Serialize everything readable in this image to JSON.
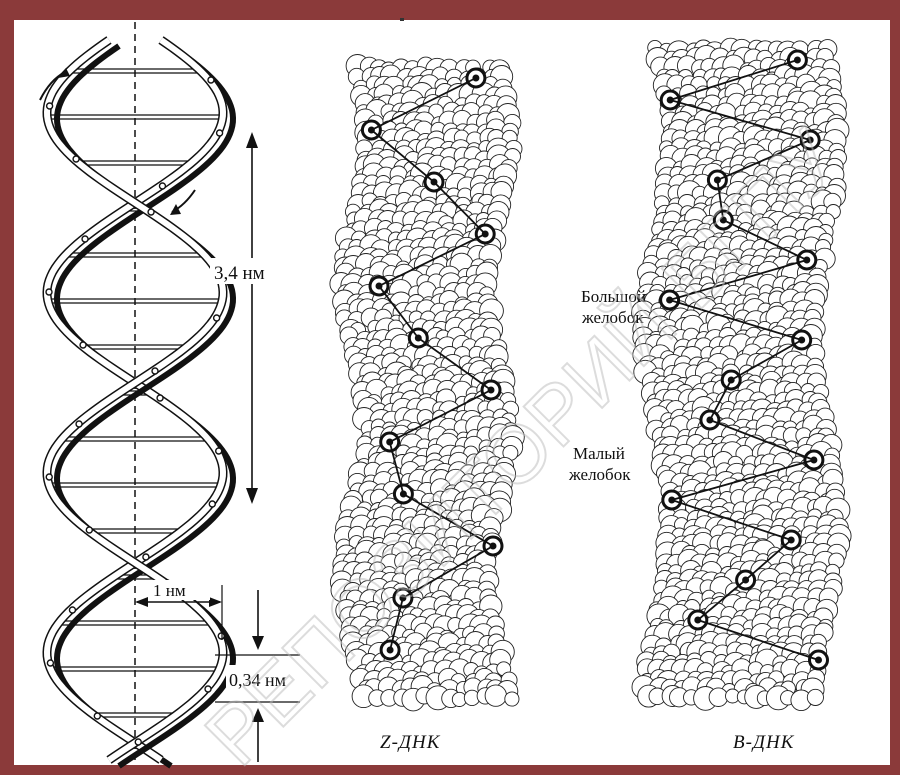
{
  "diagram": {
    "helix_labels": {
      "pitch": "3,4 нм",
      "diameter": "1 нм",
      "rise": "0,34 нм"
    },
    "z_dna_caption": "Z-ДНК",
    "b_dna_caption": "B-ДНК",
    "groove_labels": {
      "major_line1": "Большой",
      "major_line2": "желобок",
      "minor_line1": "Малый",
      "minor_line2": "желобок"
    },
    "watermark_text": "РЕПОЗИТОРИЙ БГПУ",
    "colors": {
      "border": "#8b3a3a",
      "ink": "#111111",
      "watermark": "#bbbbbb"
    }
  }
}
